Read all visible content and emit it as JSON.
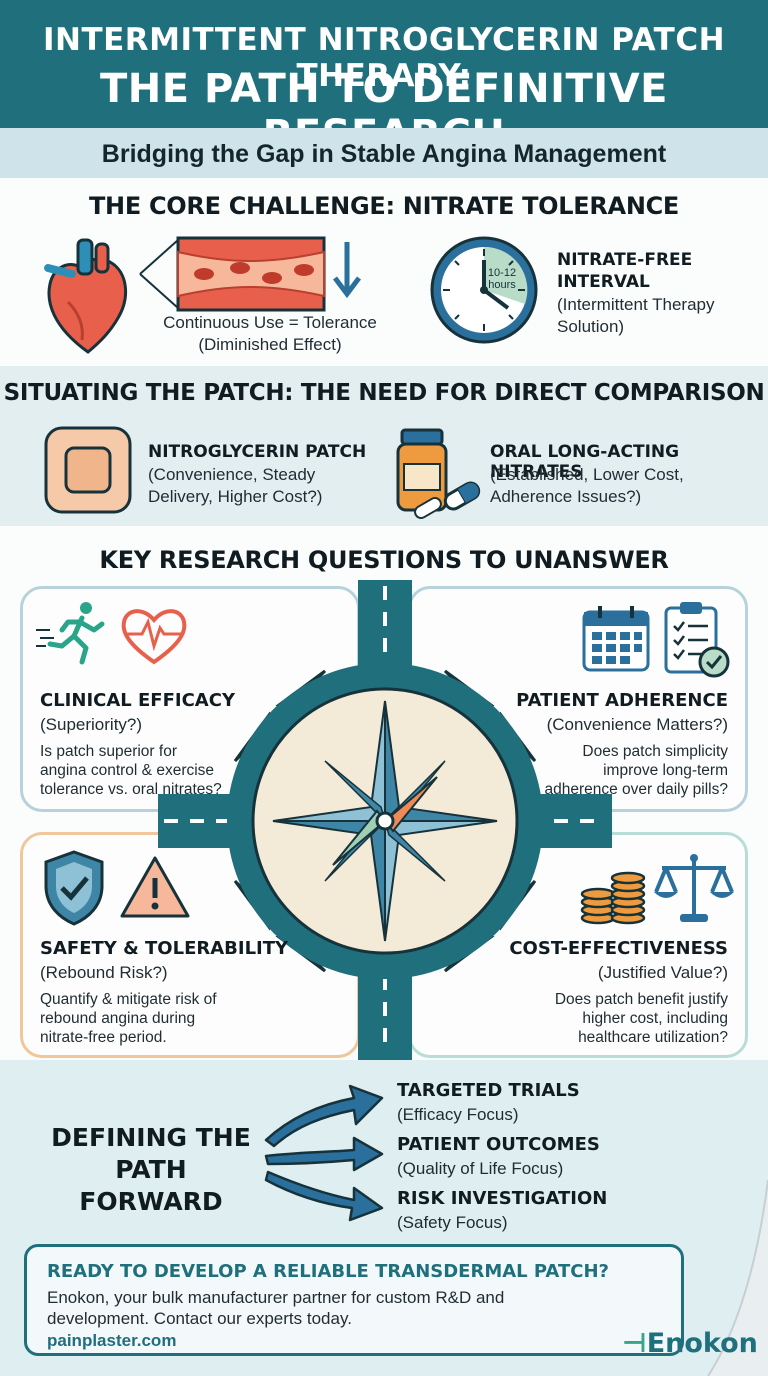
{
  "header": {
    "title_line1": "INTERMITTENT NITROGLYCERIN PATCH THERAPY:",
    "title_line2": "THE PATH TO DEFINITIVE RESEARCH",
    "subtitle": "Bridging the Gap in Stable Angina Management"
  },
  "core_challenge": {
    "title": "THE CORE CHALLENGE: NITRATE TOLERANCE",
    "continuous_line1": "Continuous Use = Tolerance",
    "continuous_line2": "(Diminished Effect)",
    "clock_label_line1": "10-12",
    "clock_label_line2": "hours",
    "interval_title_line1": "NITRATE-FREE",
    "interval_title_line2": "INTERVAL",
    "interval_desc_line1": "(Intermittent Therapy",
    "interval_desc_line2": "Solution)"
  },
  "comparison": {
    "title": "SITUATING THE PATCH: THE NEED FOR DIRECT COMPARISON",
    "patch_title": "NITROGLYCERIN PATCH",
    "patch_desc_line1": "(Convenience, Steady",
    "patch_desc_line2": "Delivery, Higher Cost?)",
    "oral_title": "ORAL LONG-ACTING NITRATES",
    "oral_desc_line1": "(Established, Lower Cost,",
    "oral_desc_line2": "Adherence Issues?)"
  },
  "questions": {
    "title": "KEY RESEARCH QUESTIONS TO UNANSWER",
    "efficacy": {
      "title": "CLINICAL EFFICACY",
      "sub": "(Superiority?)",
      "desc_line1": "Is patch superior for",
      "desc_line2": "angina control & exercise",
      "desc_line3": "tolerance vs. oral nitrates?"
    },
    "adherence": {
      "title": "PATIENT ADHERENCE",
      "sub": "(Convenience Matters?)",
      "desc_line1": "Does patch simplicity",
      "desc_line2": "improve long-term",
      "desc_line3": "adherence over daily pills?"
    },
    "safety": {
      "title": "SAFETY & TOLERABILITY",
      "sub": "(Rebound Risk?)",
      "desc_line1": "Quantify & mitigate risk of",
      "desc_line2": "rebound angina during",
      "desc_line3": "nitrate-free period."
    },
    "cost": {
      "title": "COST-EFFECTIVENESS",
      "sub": "(Justified Value?)",
      "desc_line1": "Does patch benefit justify",
      "desc_line2": "higher cost, including",
      "desc_line3": "healthcare utilization?"
    }
  },
  "path_forward": {
    "title_line1": "DEFINING THE",
    "title_line2": "PATH FORWARD",
    "items": [
      {
        "title": "TARGETED TRIALS",
        "sub": "(Efficacy Focus)"
      },
      {
        "title": "PATIENT OUTCOMES",
        "sub": "(Quality of Life Focus)"
      },
      {
        "title": "RISK INVESTIGATION",
        "sub": "(Safety Focus)"
      }
    ]
  },
  "cta": {
    "title": "READY TO DEVELOP A RELIABLE TRANSDERMAL PATCH?",
    "body": "Enokon, your bulk manufacturer partner for custom R&D and development. Contact our experts today.",
    "url": "painplaster.com"
  },
  "brand": {
    "logo_text": "Enokon",
    "primary_color": "#1f6f7d",
    "accent_color": "#36a58a"
  },
  "icons": [
    "heart-icon",
    "artery-icon",
    "down-arrow-icon",
    "clock-icon",
    "patch-icon",
    "pill-bottle-icon",
    "runner-icon",
    "heart-pulse-icon",
    "calendar-icon",
    "checklist-icon",
    "shield-icon",
    "warning-icon",
    "coins-icon",
    "scale-icon",
    "compass-icon",
    "arrow-icon"
  ]
}
